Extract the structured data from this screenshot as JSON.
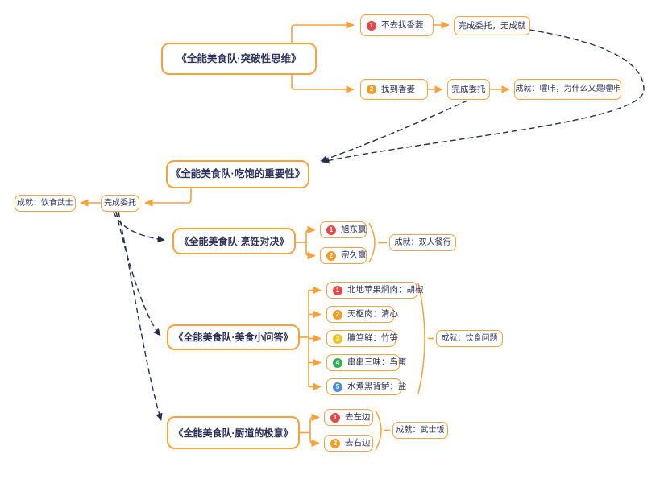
{
  "colors": {
    "accent_orange": "#F7A23B",
    "text_navy": "#2B3158",
    "dash_navy": "#272C51",
    "badge_red": "#EB4747",
    "badge_orange": "#F59B22",
    "badge_yellow": "#F2C224",
    "badge_green": "#2FAF4E",
    "badge_blue": "#4E8BE0",
    "badge_text": "#FFFFFF"
  },
  "nodes": {
    "quest1": {
      "label": "《全能美食队·突破性思维》"
    },
    "opt_no_find": {
      "num": "1",
      "label": "不去找香菱"
    },
    "result_no_achv": {
      "label": "完成委托，无成就"
    },
    "opt_find": {
      "num": "2",
      "label": "找到香菱"
    },
    "complete_top": {
      "label": "完成委托"
    },
    "achv_aka": {
      "label": "成就：嚯咔，为什么又是嚯咔"
    },
    "quest2": {
      "label": "《全能美食队·吃饱的重要性》"
    },
    "complete_left": {
      "label": "完成委托"
    },
    "achv_warrior": {
      "label": "成就：饮食武士"
    },
    "quest3": {
      "label": "《全能美食队·烹饪对决》"
    },
    "opt_xudong": {
      "num": "1",
      "label": "旭东赢"
    },
    "opt_zongjiu": {
      "num": "2",
      "label": "宗久赢"
    },
    "achv_duo": {
      "label": "成就：双人餐行"
    },
    "quest4": {
      "label": "《全能美食队·美食小问答》"
    },
    "ans1": {
      "num": "1",
      "label": "北地苹果焖肉：胡椒"
    },
    "ans2": {
      "num": "2",
      "label": "天枢肉：清心"
    },
    "ans3": {
      "num": "3",
      "label": "腌笃鲜：竹笋"
    },
    "ans4": {
      "num": "4",
      "label": "串串三味：鸟蛋"
    },
    "ans5": {
      "num": "5",
      "label": "水煮黑背鲈：盐"
    },
    "achv_question": {
      "label": "成就：饮食问题"
    },
    "quest5": {
      "label": "《全能美食队·厨道的极意》"
    },
    "opt_left": {
      "num": "1",
      "label": "去左边"
    },
    "opt_right": {
      "num": "2",
      "label": "去右边"
    },
    "achv_samurai": {
      "label": "成就：武士饭"
    }
  }
}
